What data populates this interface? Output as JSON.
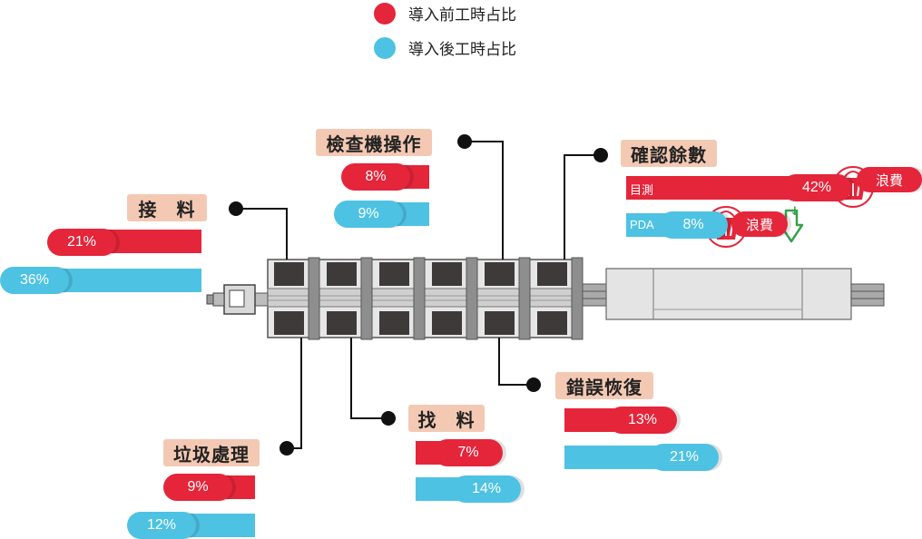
{
  "colors": {
    "before": "#e5253a",
    "after": "#4ec2e3",
    "label_bg": "#f4c9b3",
    "waste_green": "#3aa04a"
  },
  "legend": [
    {
      "label": "導入前工時占比"
    },
    {
      "label": "導入後工時占比"
    }
  ],
  "stations": {
    "feeding": {
      "title": "接　料",
      "before": "21%",
      "after": "36%",
      "before_share": 0.21,
      "after_share": 0.36
    },
    "inspection": {
      "title": "檢查機操作",
      "before": "8%",
      "after": "9%",
      "before_share": 0.08,
      "after_share": 0.09
    },
    "confirm": {
      "title": "確認餘數",
      "before_label": "目測",
      "after_label": "PDA",
      "before": "42%",
      "after": "8%",
      "before_share": 0.42,
      "after_share": 0.08,
      "waste": "浪費",
      "reduction": "↓"
    },
    "waste_handling": {
      "title": "垃圾處理",
      "before": "9%",
      "after": "12%",
      "before_share": 0.09,
      "after_share": 0.12
    },
    "searching": {
      "title": "找　料",
      "before": "7%",
      "after": "14%",
      "before_share": 0.07,
      "after_share": 0.14
    },
    "error_recovery": {
      "title": "錯誤恢復",
      "before": "13%",
      "after": "21%",
      "before_share": 0.13,
      "after_share": 0.21
    }
  }
}
